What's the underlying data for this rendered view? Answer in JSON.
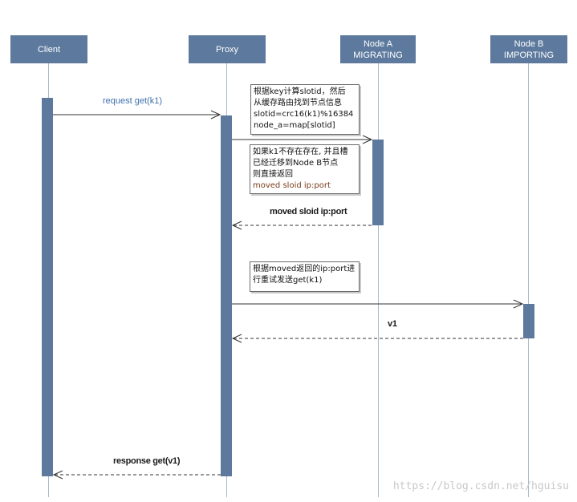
{
  "actors": {
    "client": {
      "line1": "Client"
    },
    "proxy": {
      "line1": "Proxy"
    },
    "node_a": {
      "line1": "Node A",
      "line2": "MIGRATING"
    },
    "node_b": {
      "line1": "Node B",
      "line2": "IMPORTING"
    }
  },
  "messages": {
    "request": "request get(k1)",
    "moved": "moved  sloid ip:port",
    "v1": "v1",
    "response": "response get(v1)"
  },
  "notes": {
    "slot_calc": [
      "根据key计算slotid，然后",
      "从缓存路由找到节点信息",
      "slotid=crc16(k1)%16384",
      "node_a=map[slotid]"
    ],
    "moved_check": [
      "如果k1不存在存在, 并且槽",
      "已经迁移到Node B节点",
      "则直接返回",
      "moved  sloid ip:port"
    ],
    "retry": [
      "根据moved返回的ip:port进",
      "行重试发送get(k1)"
    ]
  },
  "watermark": "https://blog.csdn.net/hguisu",
  "colors": {
    "actor": "#5d7a9e",
    "lifeline": "#a9bac9",
    "label_blue": "#3f71ab",
    "note_brown": "#7a3b1a"
  }
}
